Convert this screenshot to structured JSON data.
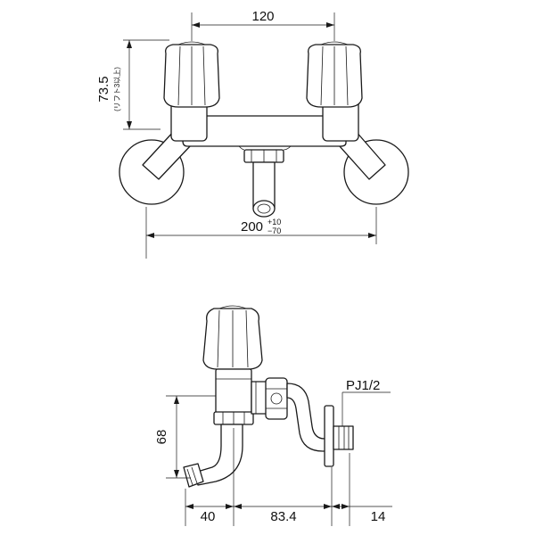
{
  "front_view": {
    "width_between_handles": "120",
    "height_label": "73.5",
    "height_note": "(リフト3以上)",
    "overall_width_main": "200",
    "overall_width_tolerance_plus": "+10",
    "overall_width_tolerance_minus": "−70"
  },
  "side_view": {
    "pipe_thread_label": "PJ1/2",
    "height_label": "68",
    "spout_offset": "40",
    "body_depth": "83.4",
    "connector_length": "14"
  }
}
